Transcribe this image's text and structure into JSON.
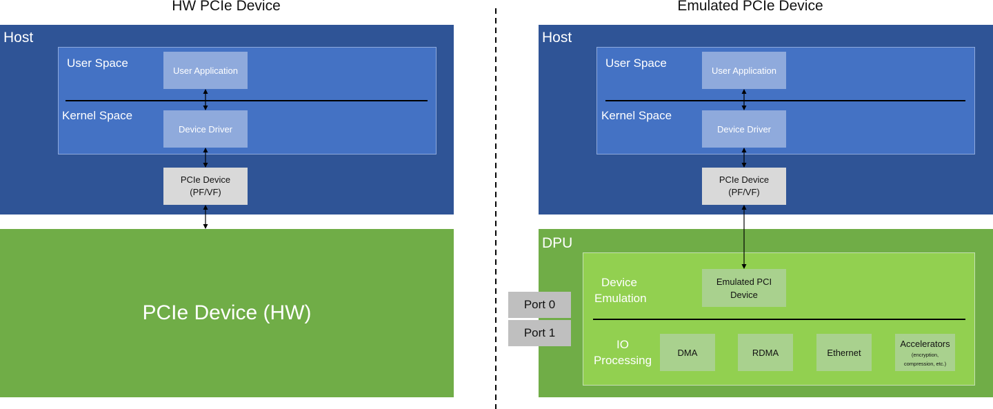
{
  "titles": {
    "left": "HW PCIe Device",
    "right": "Emulated PCIe Device"
  },
  "left": {
    "host_label": "Host",
    "user_space": "User Space",
    "kernel_space": "Kernel Space",
    "user_app": "User Application",
    "device_driver": "Device Driver",
    "pcie_device_line1": "PCIe Device",
    "pcie_device_line2": "(PF/VF)",
    "hw_device": "PCIe Device (HW)"
  },
  "right": {
    "host_label": "Host",
    "user_space": "User Space",
    "kernel_space": "Kernel Space",
    "user_app": "User Application",
    "device_driver": "Device Driver",
    "pcie_device_line1": "PCIe Device",
    "pcie_device_line2": "(PF/VF)",
    "dpu_label": "DPU",
    "device_emulation_line1": "Device",
    "device_emulation_line2": "Emulation",
    "emulated_pci_line1": "Emulated PCI",
    "emulated_pci_line2": "Device",
    "io_processing_line1": "IO",
    "io_processing_line2": "Processing",
    "dma": "DMA",
    "rdma": "RDMA",
    "ethernet": "Ethernet",
    "accelerators": "Accelerators",
    "accelerators_note_line1": "(encryption,",
    "accelerators_note_line2": "compression, etc.)",
    "port0": "Port 0",
    "port1": "Port 1"
  },
  "colors": {
    "host": "#2f5496",
    "inner_panel": "#4472c4",
    "soft_box": "#8faadc",
    "pcie_box": "#d9d9d9",
    "dpu": "#70ad47",
    "dpu_inner": "#92d050",
    "green_box": "#a9d18e",
    "port": "#bfbfbf"
  }
}
